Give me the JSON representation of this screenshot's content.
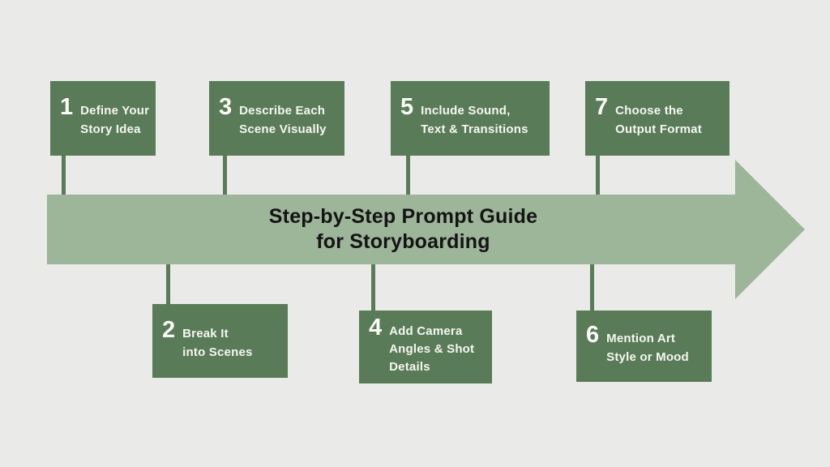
{
  "title": {
    "line1": "Step-by-Step Prompt Guide",
    "line2": "for Storyboarding",
    "full": "Step-by-Step Prompt Guide for Storyboarding"
  },
  "steps": [
    {
      "number": "1",
      "text": "Define Your Story Idea",
      "lines": [
        "Define Your",
        "Story Idea"
      ],
      "side": "top"
    },
    {
      "number": "2",
      "text": "Break It into Scenes",
      "lines": [
        "Break It",
        "into Scenes"
      ],
      "side": "bottom"
    },
    {
      "number": "3",
      "text": "Describe Each Scene Visually",
      "lines": [
        "Describe Each",
        "Scene Visually"
      ],
      "side": "top"
    },
    {
      "number": "4",
      "text": "Add Camera Angles & Shot Details",
      "lines": [
        "Add Camera",
        "Angles & Shot",
        "Details"
      ],
      "side": "bottom"
    },
    {
      "number": "5",
      "text": "Include Sound, Text & Transitions",
      "lines": [
        "Include Sound,",
        "Text & Transitions"
      ],
      "side": "top"
    },
    {
      "number": "6",
      "text": "Mention Art Style or Mood",
      "lines": [
        "Mention Art",
        "Style or Mood"
      ],
      "side": "bottom"
    },
    {
      "number": "7",
      "text": "Choose the Output Format",
      "lines": [
        "Choose the",
        "Output Format"
      ],
      "side": "top"
    }
  ],
  "colors": {
    "background": "#EAEBE9",
    "step_box": "#5A7B58",
    "arrow_band": "#9DB599",
    "step_text": "#F4F7F1",
    "title_text": "#141414"
  }
}
